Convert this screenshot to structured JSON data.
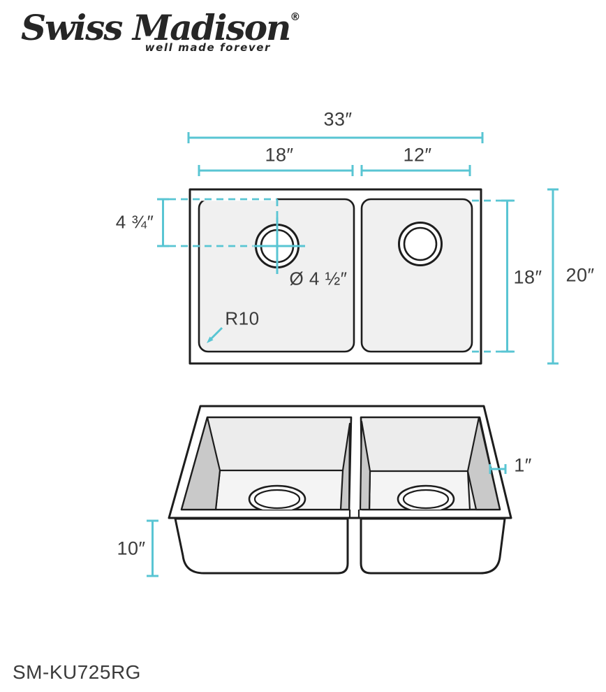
{
  "brand": {
    "name": "Swiss Madison",
    "registered_mark": "®",
    "tagline": "well made forever"
  },
  "model_number": "SM-KU725RG",
  "colors": {
    "accent": "#59c5d3",
    "ink": "#1d1d1d",
    "label": "#3b3b3b",
    "bowl": "#f0f0f0",
    "backwall": "#ececec",
    "floor": "#f4f4f4",
    "wall": "#c9c9c9"
  },
  "top_view": {
    "overall_width": "33″",
    "left_bowl_width": "18″",
    "right_bowl_width": "12″",
    "drain_offset": "4 ¾″",
    "drain_diameter": "Ø 4 ½″",
    "corner_radius": "R10",
    "bowl_front_to_back": "18″",
    "overall_front_to_back": "20″"
  },
  "front_view": {
    "bowl_depth": "10″",
    "rim_thickness": "1″"
  }
}
